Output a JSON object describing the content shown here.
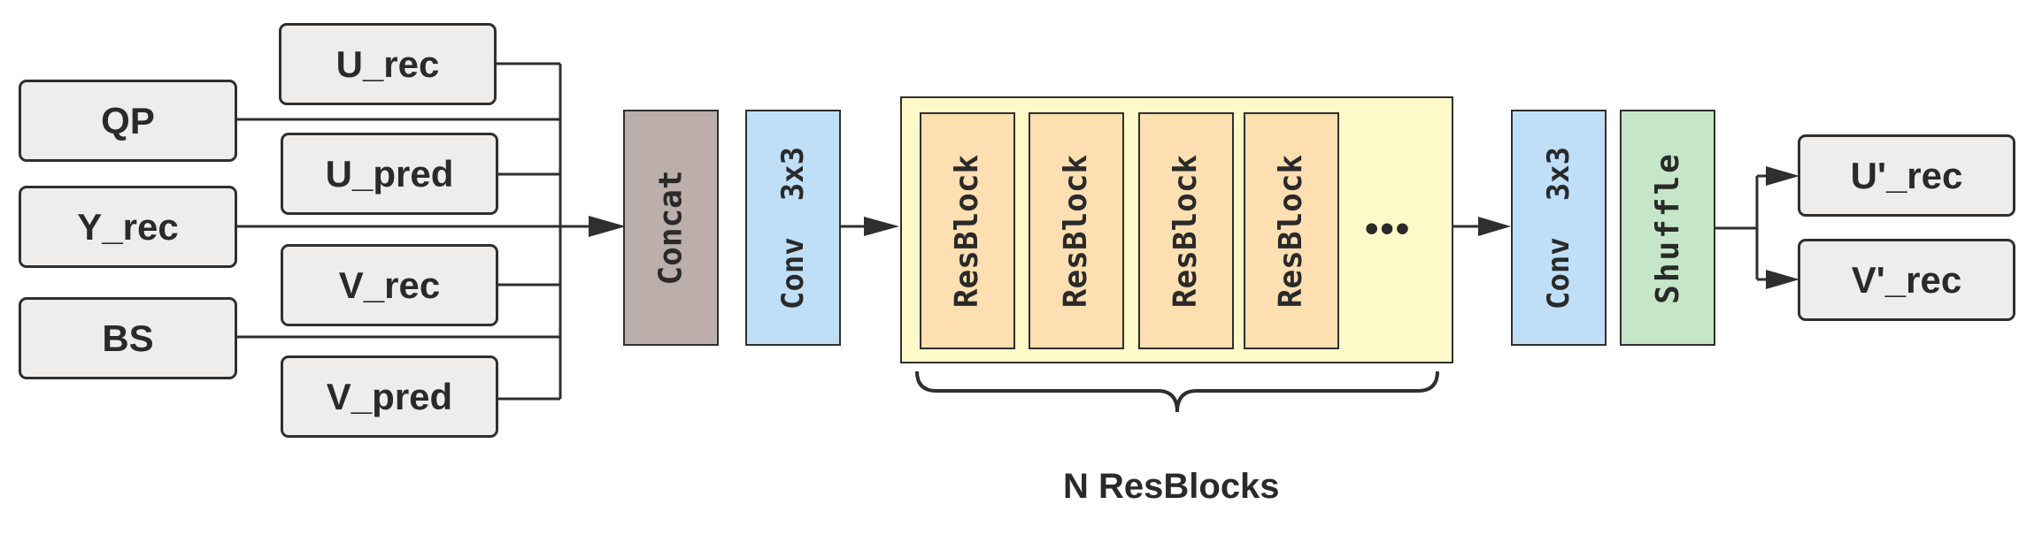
{
  "inputs_left": [
    "QP",
    "Y_rec",
    "BS"
  ],
  "inputs_right": [
    "U_rec",
    "U_pred",
    "V_rec",
    "V_pred"
  ],
  "concat_label": "Concat",
  "conv_in_label": "Conv  3x3",
  "resblocks": [
    "ResBlock",
    "ResBlock",
    "ResBlock",
    "ResBlock"
  ],
  "ellipsis": "•••",
  "resblock_caption": "N ResBlocks",
  "conv_out_label": "Conv  3x3",
  "shuffle_label": "Shuffle",
  "outputs": [
    "U'_rec",
    "V'_rec"
  ],
  "colors": {
    "input_fill": "#efedec",
    "concat_fill": "#bcaeaa",
    "conv_fill": "#bfdff8",
    "resblock_fill": "#fddfb1",
    "resgroup_fill": "#fef9c8",
    "shuffle_fill": "#c6e6c8",
    "stroke": "#2f2f2f"
  }
}
